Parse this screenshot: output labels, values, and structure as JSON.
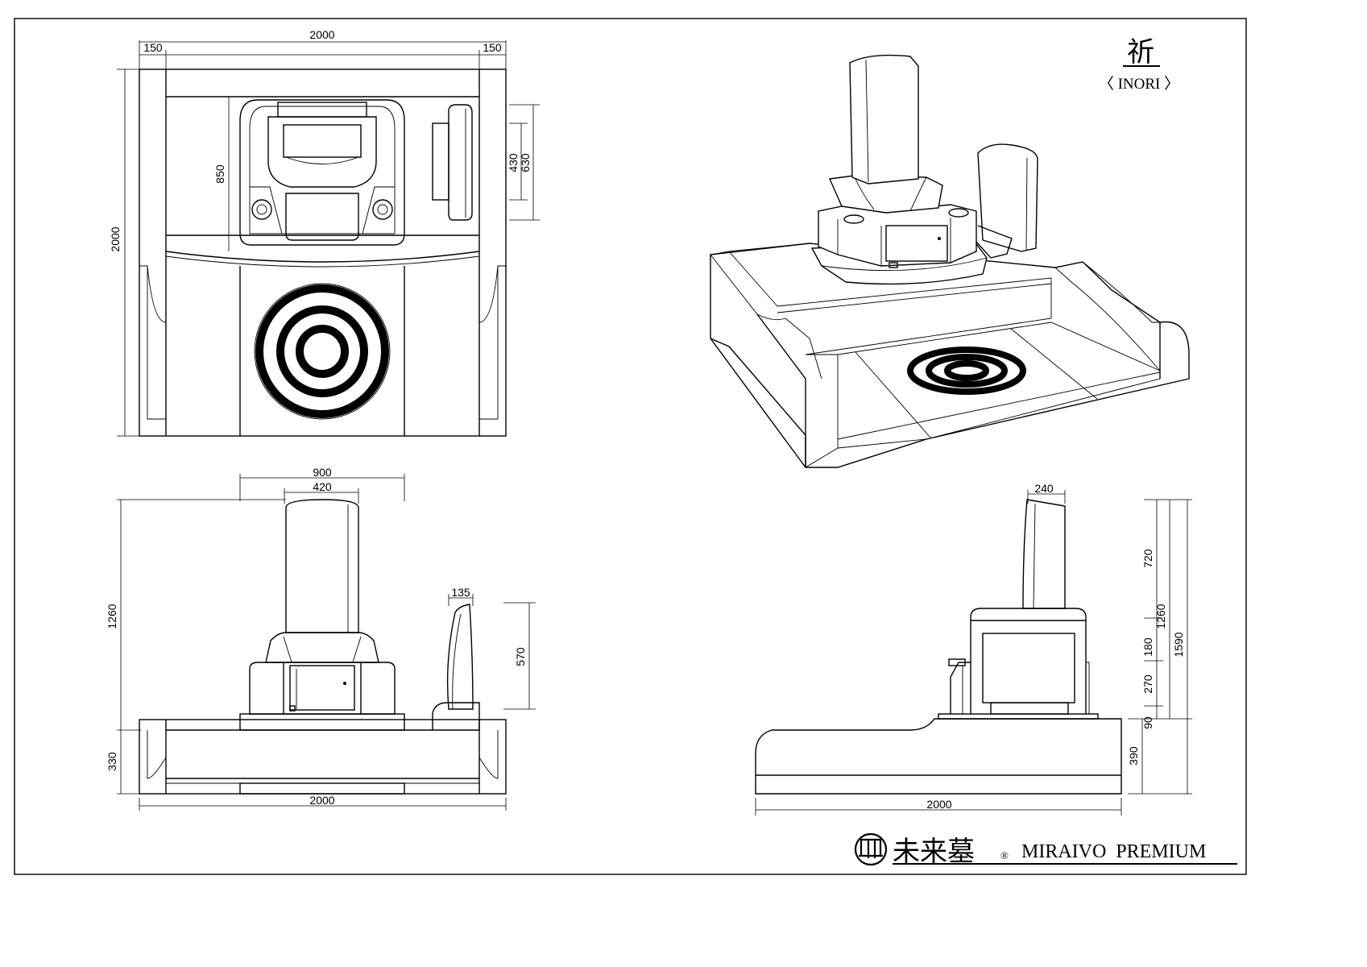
{
  "title": {
    "kanji": "祈",
    "romaji": "〈 INORI 〉"
  },
  "brand": {
    "name_jp": "未来墓",
    "registered_mark": "®",
    "name_en": "MIRAIVO  PREMIUM"
  },
  "plan_view": {
    "overall_width": "2000",
    "left_margin": "150",
    "right_margin": "150",
    "depth": "2000",
    "monument_depth": "850",
    "stele_inner": "430",
    "stele_outer": "630"
  },
  "front_elevation": {
    "base_width": "900",
    "monument_width": "420",
    "side_stele_width": "135",
    "monument_height": "1260",
    "side_stele_height": "570",
    "foundation_height": "330",
    "overall_width": "2000"
  },
  "side_elevation": {
    "monument_thickness": "240",
    "h_720": "720",
    "h_180": "180",
    "h_270": "270",
    "h_90": "90",
    "h_1260": "1260",
    "h_1590": "1590",
    "h_390": "390",
    "overall_depth": "2000"
  }
}
